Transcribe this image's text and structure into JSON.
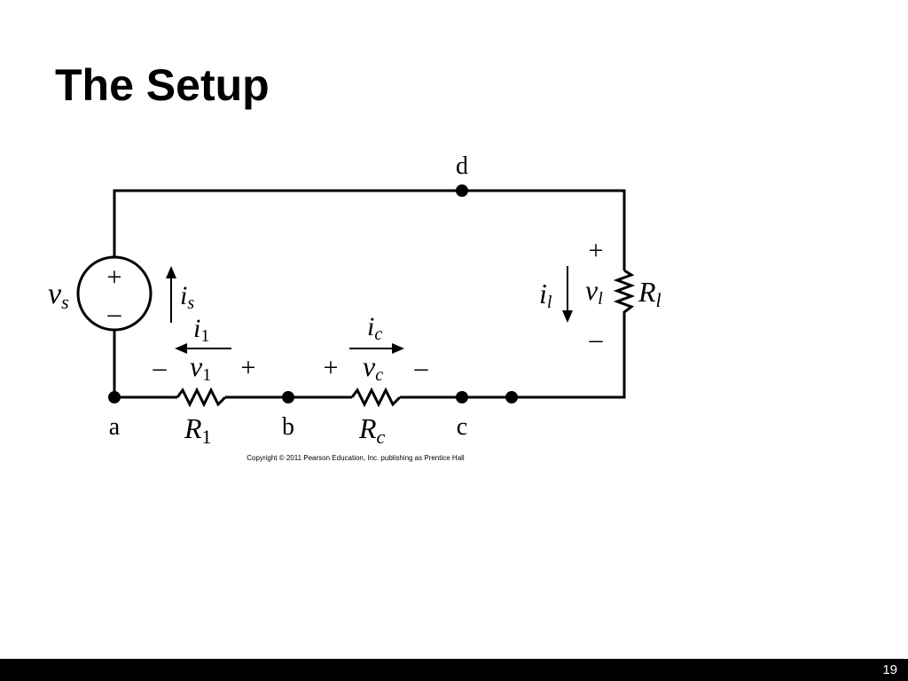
{
  "slide": {
    "title": "The Setup",
    "page_number": "19"
  },
  "diagram": {
    "copyright": "Copyright © 2011 Pearson Education, Inc. publishing as Prentice Hall",
    "nodes": {
      "a": "a",
      "b": "b",
      "c": "c",
      "d": "d"
    },
    "source": {
      "symbol": "v",
      "subscript": "s",
      "plus": "+",
      "minus": "–",
      "current_symbol": "i",
      "current_subscript": "s"
    },
    "r1": {
      "symbol": "R",
      "subscript": "1",
      "voltage_symbol": "v",
      "voltage_subscript": "1",
      "current_symbol": "i",
      "current_subscript": "1",
      "left_sign": "–",
      "right_sign": "+"
    },
    "rc": {
      "symbol": "R",
      "subscript": "c",
      "voltage_symbol": "v",
      "voltage_subscript": "c",
      "current_symbol": "i",
      "current_subscript": "c",
      "left_sign": "+",
      "right_sign": "–"
    },
    "rl": {
      "symbol": "R",
      "subscript": "l",
      "voltage_symbol": "v",
      "voltage_subscript": "l",
      "current_symbol": "i",
      "current_subscript": "l",
      "top_sign": "+",
      "bottom_sign": "–"
    }
  }
}
